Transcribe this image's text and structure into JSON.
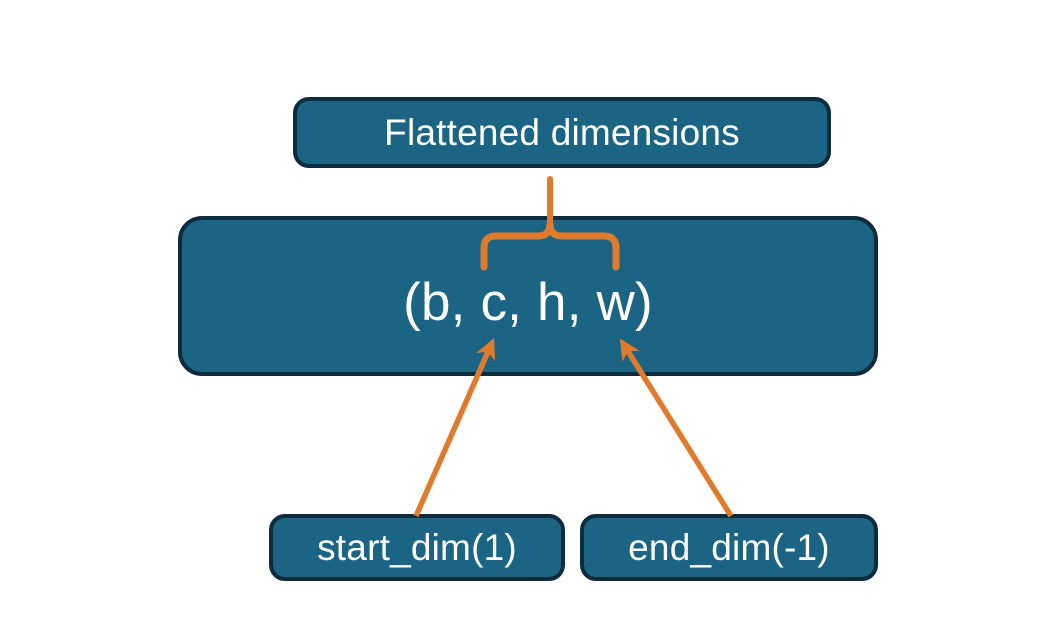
{
  "diagram": {
    "title_node": {
      "label": "Flattened dimensions"
    },
    "tuple_node": {
      "label": "(b, c, h, w)"
    },
    "start_node": {
      "label": "start_dim(1)"
    },
    "end_node": {
      "label": "end_dim(-1)"
    },
    "connectors": {
      "brace_name": "curly-brace-over-flattened-dims",
      "left_arrow_name": "arrow-start-dim-to-c",
      "right_arrow_name": "arrow-end-dim-to-w"
    },
    "colors": {
      "box_fill": "#1b6484",
      "box_border": "#0c2c3e",
      "text": "#ffffff",
      "accent_orange": "#e07b2e",
      "background": "#ffffff"
    }
  }
}
